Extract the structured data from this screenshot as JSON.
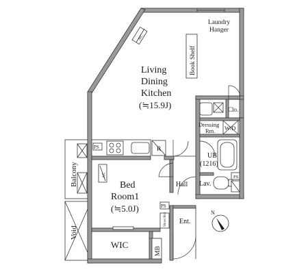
{
  "rooms": {
    "living": {
      "line1": "Living",
      "line2": "Dining",
      "line3": "Kitchen",
      "area": "(≒15.9J)"
    },
    "bedroom": {
      "line1": "Bed",
      "line2": "Room1",
      "area": "(≒5.0J)"
    }
  },
  "labels": {
    "laundry_line1": "Laundry",
    "laundry_line2": "Hanger",
    "book_shelf": "Book Shelf",
    "closet": "Clo.",
    "dressing_line1": "Dressing",
    "dressing_line2": "Rm.",
    "wd": "W/D",
    "ub": "UB",
    "ub_size": "(1216)",
    "hall": "Hall",
    "lavatory": "Lav.",
    "entrance": "Ent.",
    "shoes_box": "Shoes Box",
    "wic": "WIC",
    "mb": "MB",
    "balcony": "Balcony",
    "void": "Void",
    "ps_kitchen": "PS",
    "ps_hall": "PS",
    "ps_lav": "PS",
    "refrigerator": "R",
    "kitchen_ac": "AC",
    "bedroom_ac": "AC",
    "compass_n": "N"
  }
}
